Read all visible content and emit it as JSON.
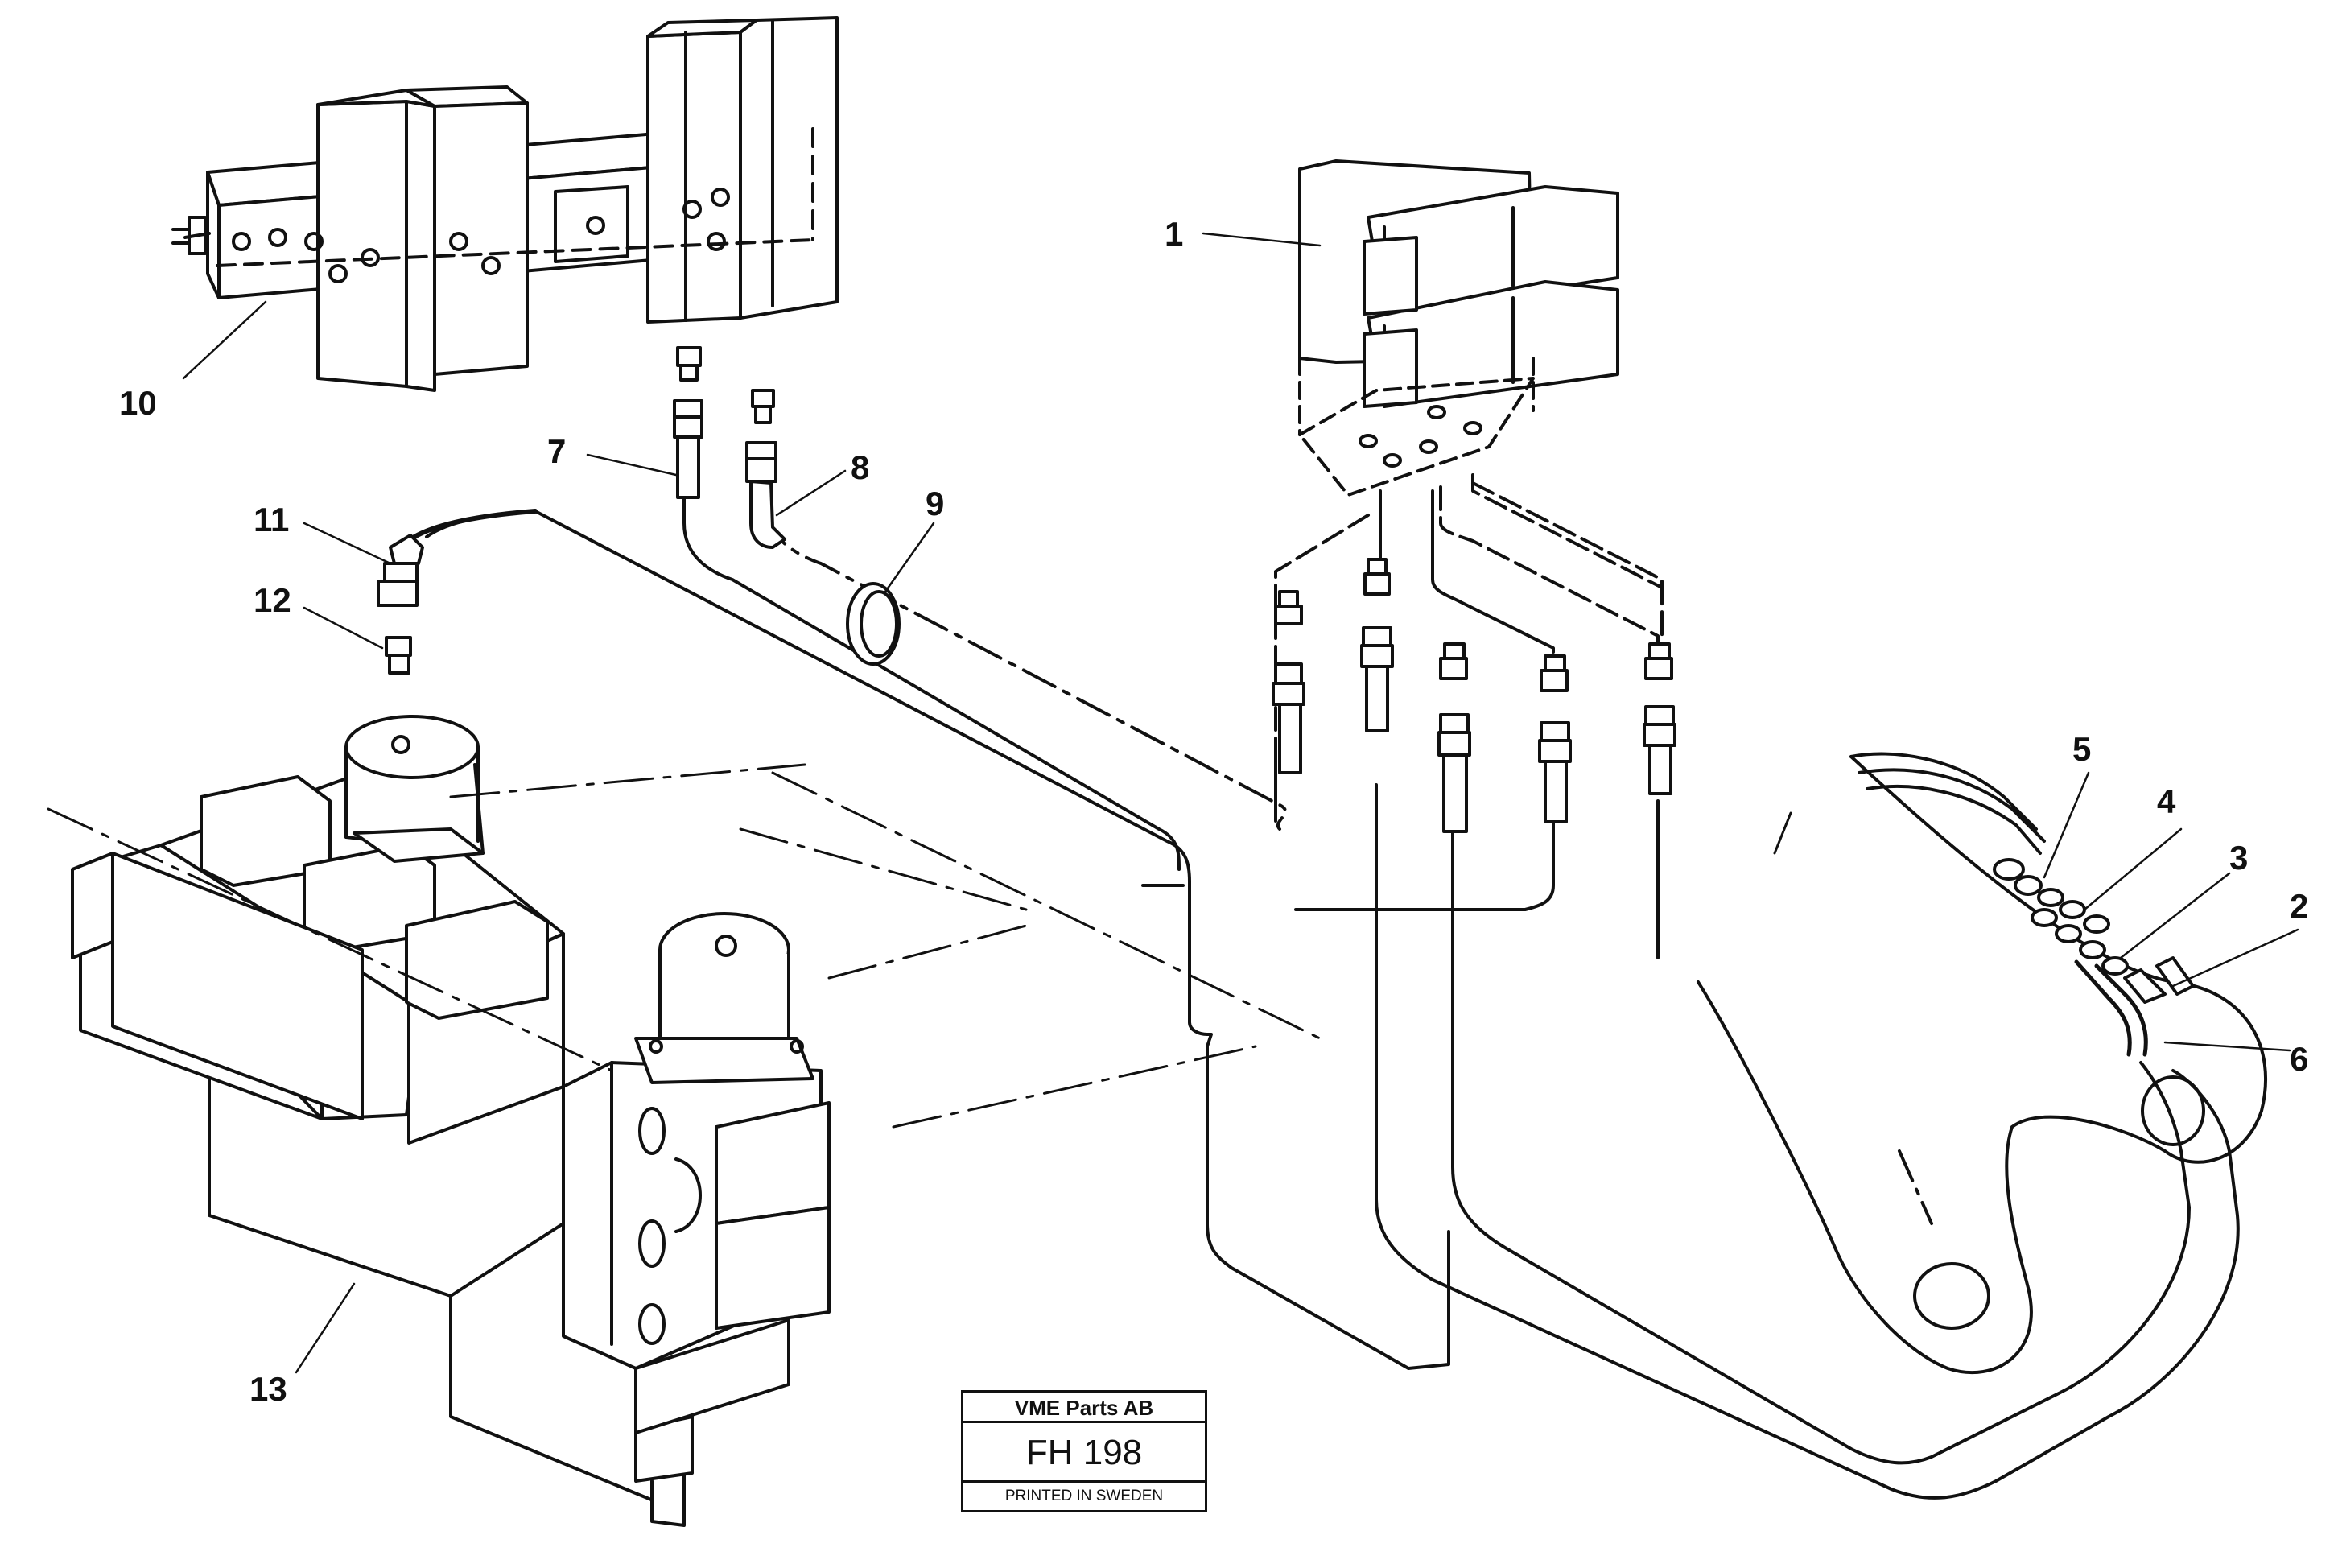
{
  "callouts": [
    {
      "id": "1",
      "label": "1"
    },
    {
      "id": "2",
      "label": "2"
    },
    {
      "id": "3",
      "label": "3"
    },
    {
      "id": "4",
      "label": "4"
    },
    {
      "id": "5",
      "label": "5"
    },
    {
      "id": "6",
      "label": "6"
    },
    {
      "id": "7",
      "label": "7"
    },
    {
      "id": "8",
      "label": "8"
    },
    {
      "id": "9",
      "label": "9"
    },
    {
      "id": "10",
      "label": "10"
    },
    {
      "id": "11",
      "label": "11"
    },
    {
      "id": "12",
      "label": "12"
    },
    {
      "id": "13",
      "label": "13"
    }
  ],
  "stamp": {
    "company": "VME Parts AB",
    "code": "FH 198",
    "printed": "PRINTED IN SWEDEN"
  }
}
